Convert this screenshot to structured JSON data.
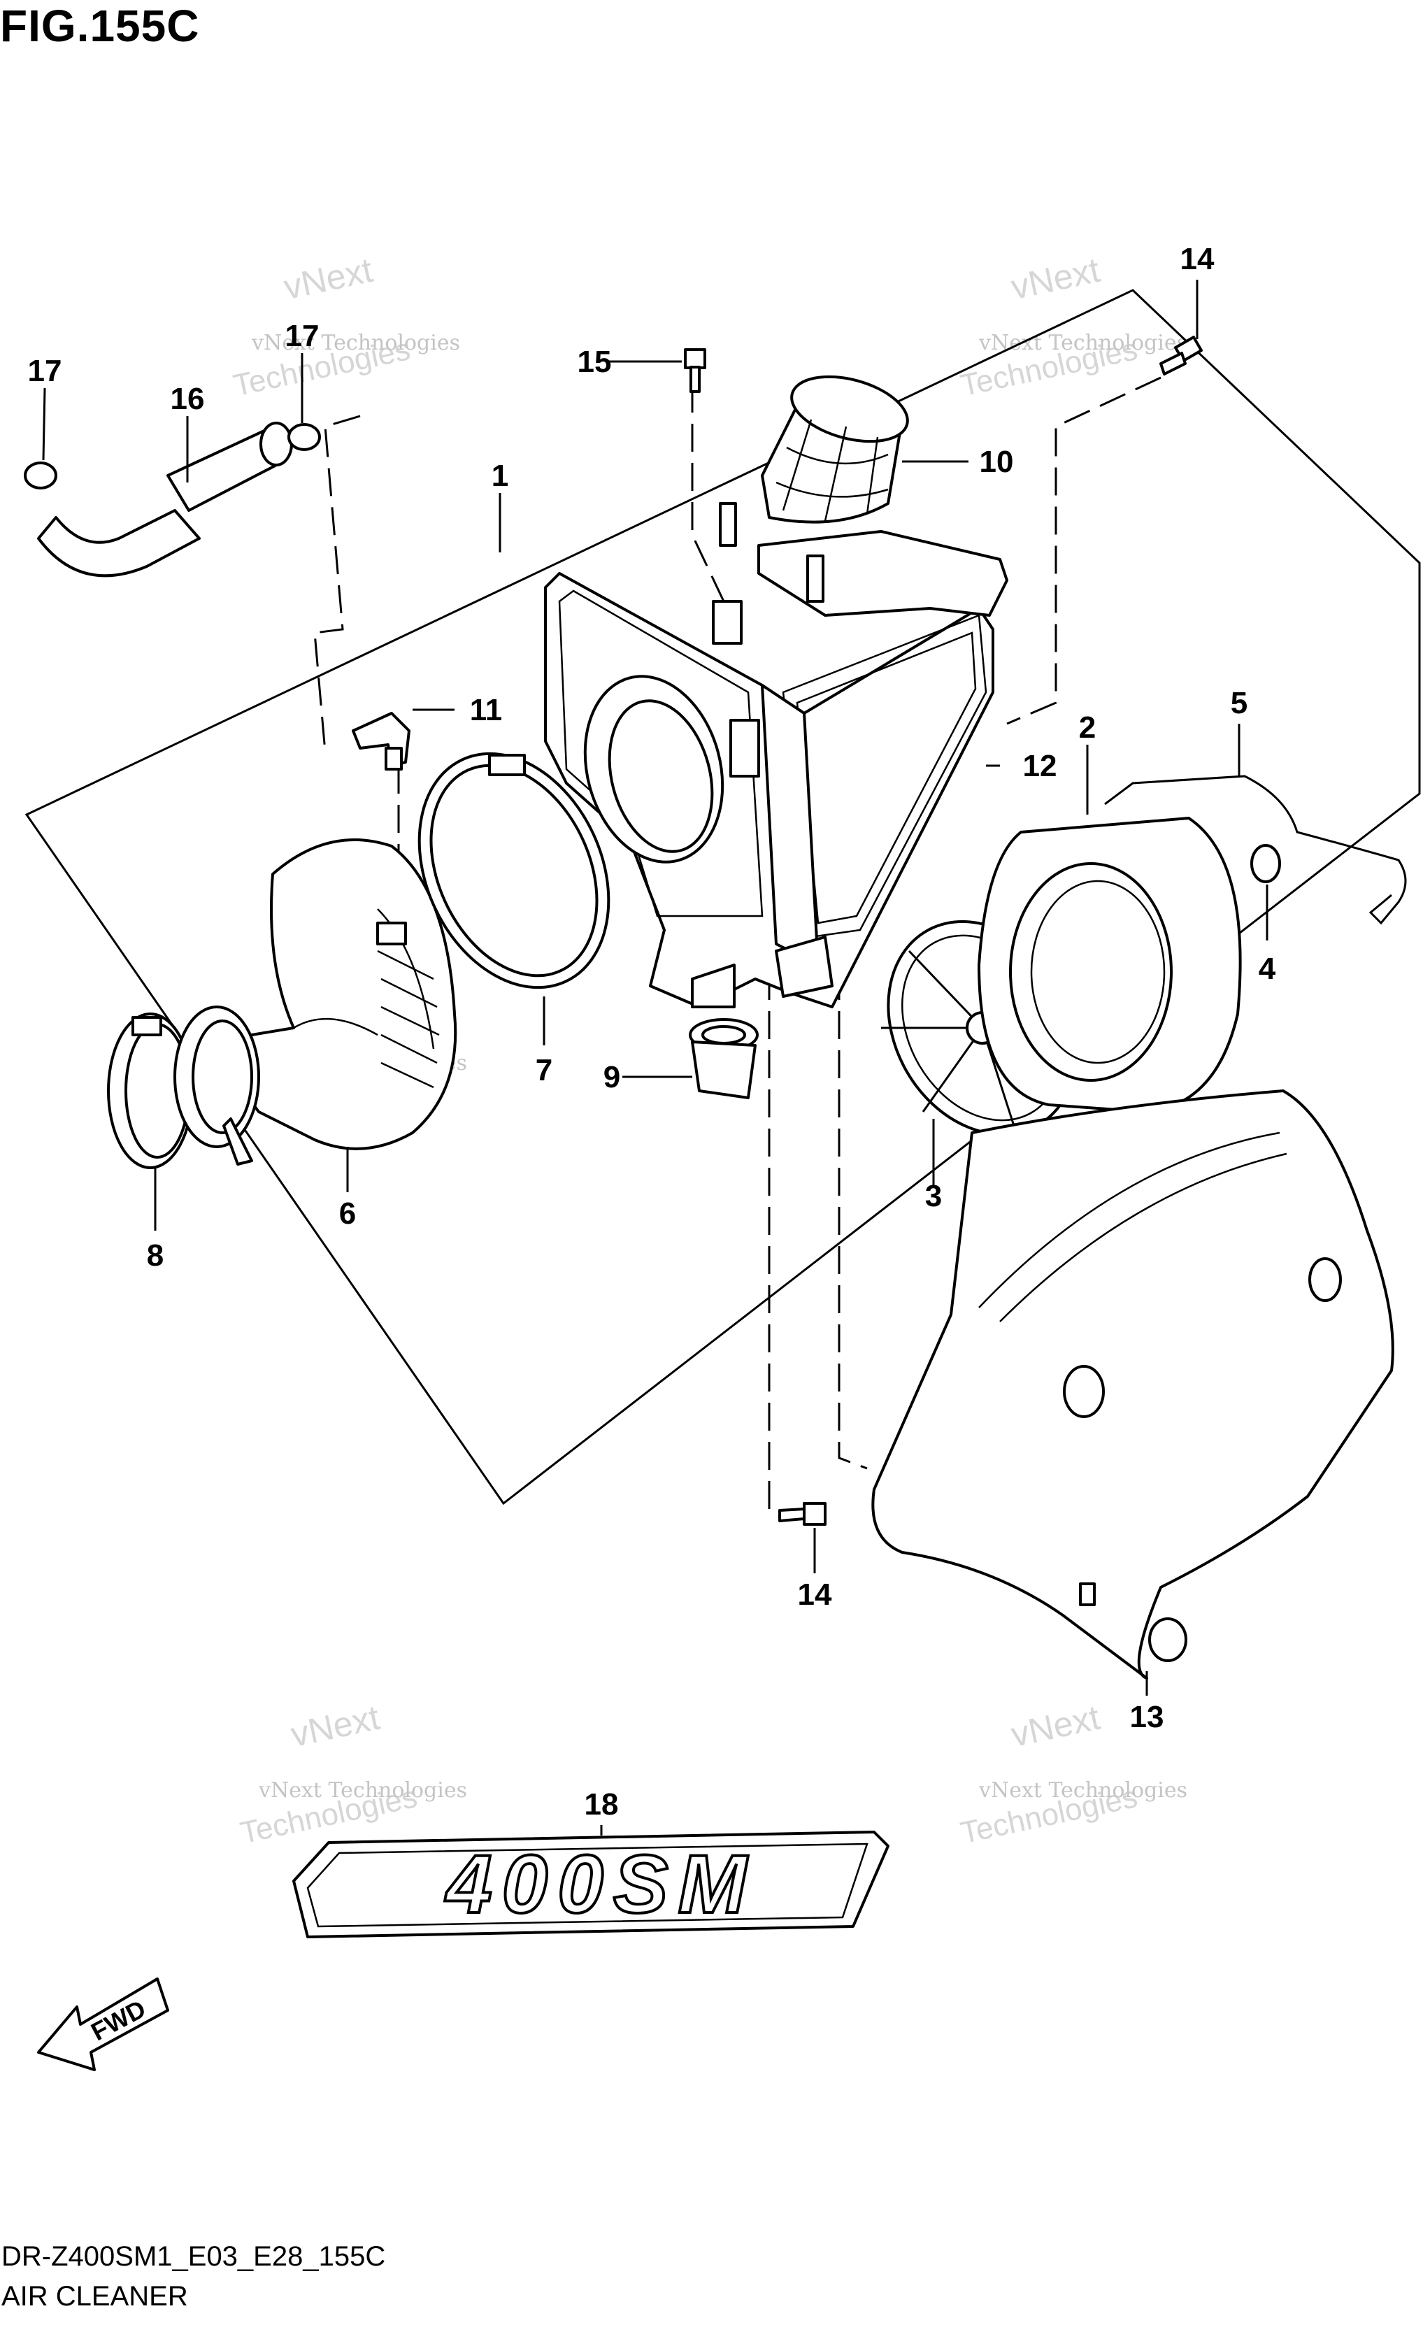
{
  "figure": {
    "title": "FIG.155C",
    "code": "DR-Z400SM1_E03_E28_155C",
    "caption": "AIR CLEANER",
    "fwd_label": "FWD",
    "emblem_text": "400SM"
  },
  "callouts": [
    "1",
    "2",
    "3",
    "4",
    "5",
    "6",
    "7",
    "8",
    "9",
    "10",
    "11",
    "12",
    "13",
    "14",
    "14",
    "15",
    "16",
    "17",
    "17",
    "18"
  ],
  "watermark": {
    "line1": "vNext Technologies",
    "line2": "vNext",
    "line3": "Technologies"
  }
}
